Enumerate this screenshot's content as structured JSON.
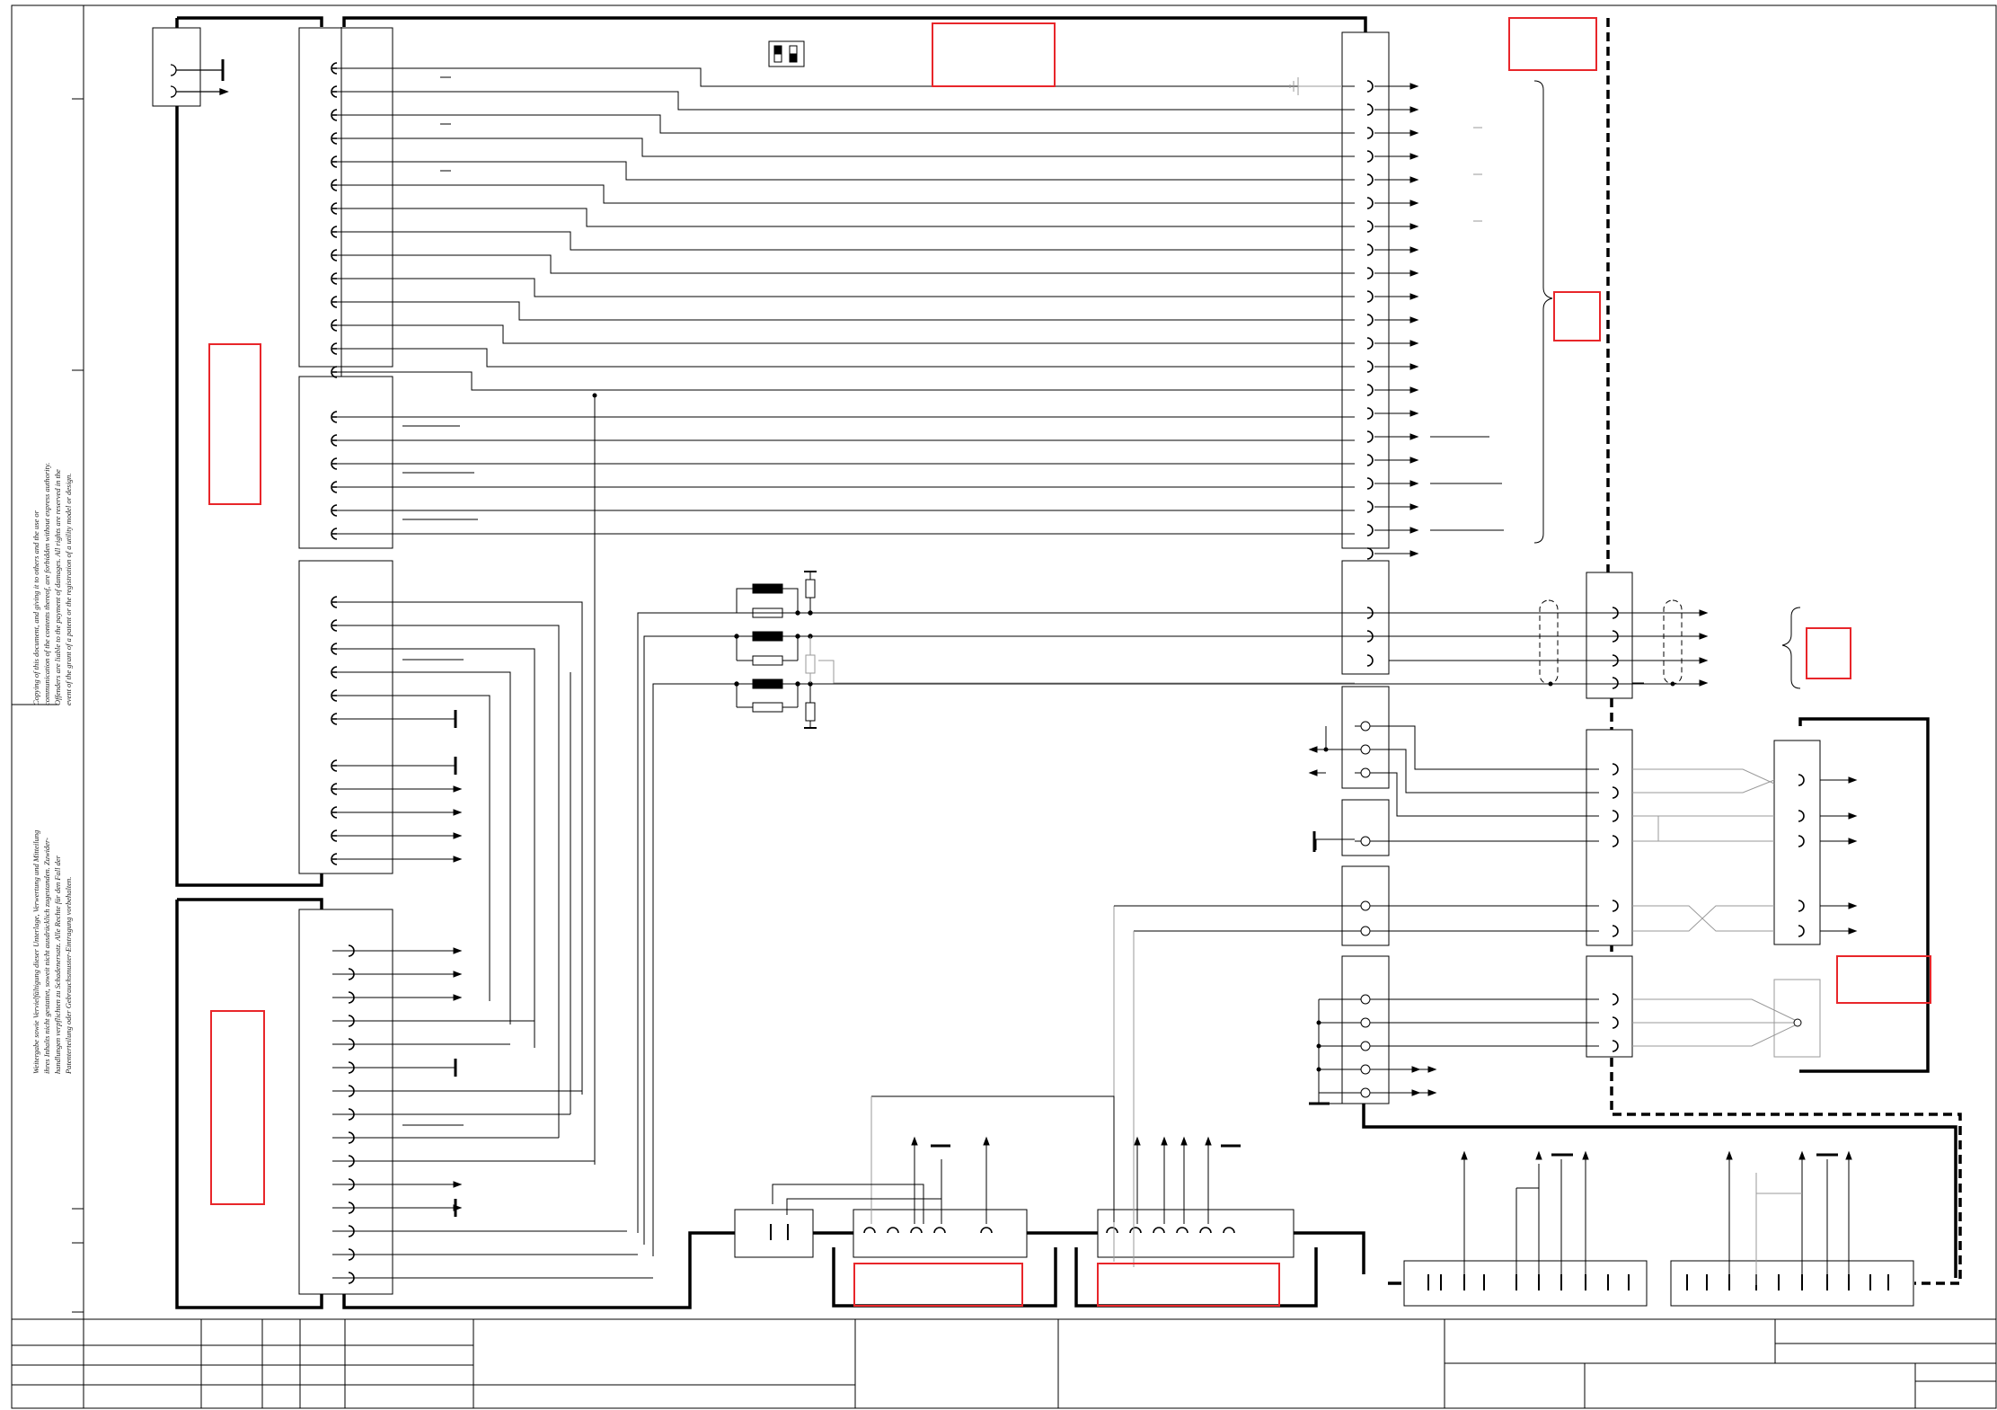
{
  "sheet": {
    "notice_en": [
      "Copying of this document, and giving it to others and the use or",
      "communication of the contents thereof, are forbidden without express authority.",
      "Offenders are liable to the payment of damages. All rights are reserved in the",
      "event of the grant of a patent or the registration of a utility model or design."
    ],
    "notice_de": [
      "Weitergabe sowie Vervielfältigung dieser Unterlage, Verwertung und Mitteilung",
      "ihres Inhalts nicht gestattet, soweit nicht ausdrücklich zugestanden. Zuwider-",
      "handlungen verpflichten zu Schadenersatz. Alle Rechte für den Fall der",
      "Patenterteilung oder Gebrauchsmuster-Eintragung vorbehalten."
    ]
  },
  "colors": {
    "line": "#000000",
    "redaction": "#e8262a",
    "faint": "#9a9a9a"
  }
}
